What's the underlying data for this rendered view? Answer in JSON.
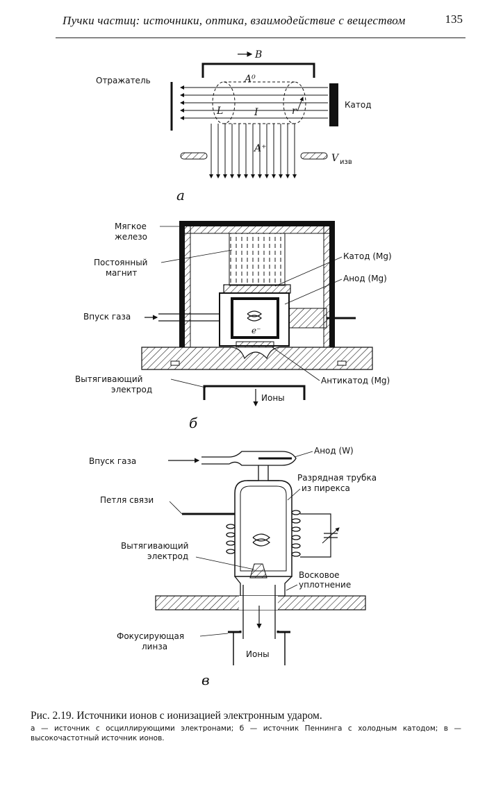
{
  "header": {
    "title": "Пучки частиц: источники, оптика, взаимодействие с веществом",
    "page_number": "135"
  },
  "panel_a": {
    "letter": "а",
    "labels": {
      "b_field": "→ B",
      "reflector": "Отражатель",
      "cathode": "Катод",
      "neutral": "A⁰",
      "current": "I",
      "radius": "r",
      "length": "L",
      "ion": "A⁺",
      "v_extract": "V",
      "v_extract_sub": "изв"
    }
  },
  "panel_b": {
    "letter": "б",
    "labels": {
      "soft_iron_1": "Мягкое",
      "soft_iron_2": "железо",
      "magnet_1": "Постоянный",
      "magnet_2": "магнит",
      "gas_inlet": "Впуск газа",
      "cathode": "Катод (Mg)",
      "anode": "Анод (Mg)",
      "electron": "e⁻",
      "anticathode": "Антикатод (Mg)",
      "extract_1": "Вытягивающий",
      "extract_2": "электрод",
      "ions": "Ионы"
    }
  },
  "panel_c": {
    "letter": "в",
    "labels": {
      "gas_inlet": "Впуск газа",
      "anode": "Анод (W)",
      "tube_1": "Разрядная трубка",
      "tube_2": "из пирекса",
      "loop": "Петля связи",
      "extract_1": "Вытягивающий",
      "extract_2": "электрод",
      "wax_1": "Восковое",
      "wax_2": "уплотнение",
      "lens_1": "Фокусирующая",
      "lens_2": "линза",
      "ions": "Ионы"
    }
  },
  "caption": {
    "main": "Рис. 2.19. Источники ионов с ионизацией электронным ударом.",
    "sub": "а — источник с осциллирующими электронами; б — источник Пеннинга с холодным катодом; в — высокочастотный источник ионов."
  }
}
